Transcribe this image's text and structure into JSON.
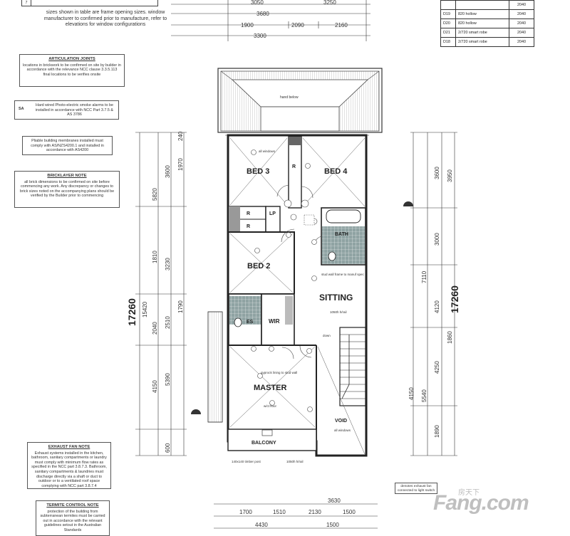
{
  "notes": {
    "window_note": "sizes shown in table are frame opening sizes. window manufacturer to confirmed prior to manufacture, refer to elevations for window configurations",
    "articulation": {
      "title": "ARTICULATION JOINTS",
      "body": "locations in brickwork to be confirmed on site by builder in accordance with the relevance NCC clause 3.3.5.113 final locations to be verifies onsite"
    },
    "smoke": {
      "symbol": "SA",
      "body": "Hard wired Photo-electric smoke alarms to be installed in accordance with NCC Part 3.7.5 & AS 3786"
    },
    "membrane": {
      "body": "Pliable building membranes installed must comply with AS/NZS4200.1 and installed in accordance with AS4200"
    },
    "bricklayer": {
      "title": "BRICKLAYER NOTE",
      "body": "all brick dimensions to be confirmed on site before commencing any work. Any discrepancy or changes to brick sizes noted on the accompanying plans should be verified by the Builder prior to commencing"
    },
    "exhaust": {
      "title": "EXHAUST FAN NOTE",
      "body": "Exhaust systems installed in the kitchen, bathroom, sanitary compartments or laundry must comply with minimum flow rates as specified in the NCC part 3.8.7.3. Bathroom, sanitary compartments & laundries must discharge directly via a shaft or duct to outdoor or to a ventilated roof space complying with NCC part 3.8.7.4"
    },
    "termite": {
      "title": "TERMITE CONTROL NOTE",
      "body": "protection of the building from subterranean termites must be carried out in accordance with the relevant guidelines setout in the Australian Standards"
    },
    "exhaust_legend": "denotes exhaust fan connected to light switch",
    "corner_row": "7"
  },
  "door_schedule": [
    {
      "code": "",
      "desc": "",
      "height": "2040"
    },
    {
      "code": "D19",
      "desc": "820 hollow",
      "height": "2040"
    },
    {
      "code": "D20",
      "desc": "820 hollow",
      "height": "2040"
    },
    {
      "code": "D21",
      "desc": "2/720 smart robe",
      "height": "2040"
    },
    {
      "code": "D18",
      "desc": "2/720 smart robe",
      "height": "2040"
    }
  ],
  "rooms": {
    "bed3": "BED 3",
    "bed4": "BED 4",
    "bed2": "BED 2",
    "sitting": "SITTING",
    "bath": "BATH",
    "ens": "ES",
    "wir": "WIR",
    "master": "MASTER",
    "void": "VOID",
    "balcony": "BALCONY",
    "lp": "LP",
    "robe": "R"
  },
  "labels": {
    "hand_below": "hand below",
    "all_windows": "all windows",
    "stud_wall": "stud wall frame to manuf spec",
    "handrail": "1050h h/rail",
    "down": "down",
    "gyprock": "gyprock lining to stud wall",
    "ceiling": "w/ct floor",
    "timber_post": "140x140 timber post",
    "balcony_rail": "1050h h/rail",
    "void_windows": "all windows"
  },
  "dims": {
    "top_row1": [
      "3050",
      "3250"
    ],
    "top_row2": [
      "3680"
    ],
    "top_row3": [
      "1900",
      "2090",
      "2160"
    ],
    "top_row4": [
      "3300"
    ],
    "bottom_row1": [
      "3630"
    ],
    "bottom_row2": [
      "1700",
      "1510",
      "2130",
      "1500"
    ],
    "bottom_row3": [
      "4430",
      "1500"
    ],
    "left_overall": "17260",
    "right_overall": "17260",
    "left_col1": [
      "5820",
      "1810",
      "2040",
      "4150"
    ],
    "left_col2": [
      "3600",
      "1970",
      "3230",
      "1790",
      "2510",
      "5390"
    ],
    "left_small": [
      "240",
      "600"
    ],
    "left_total": "15420",
    "right_col1": [
      "3600",
      "3000",
      "4120",
      "4250",
      "5540",
      "1890"
    ],
    "right_col2": [
      "3950",
      "7110",
      "1860",
      "4150"
    ],
    "balcony_dim": "1050h"
  }
}
